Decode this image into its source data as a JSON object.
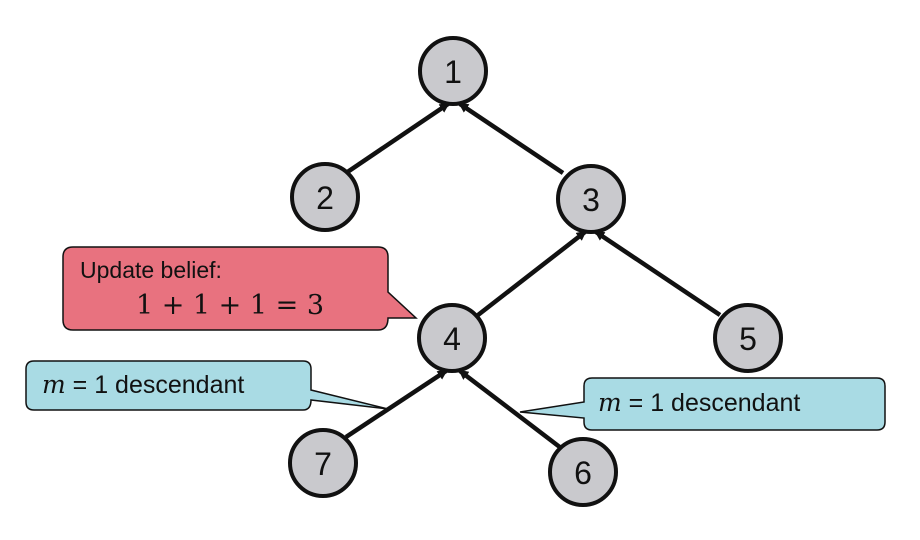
{
  "nodes": [
    {
      "id": "1",
      "label": "1"
    },
    {
      "id": "2",
      "label": "2"
    },
    {
      "id": "3",
      "label": "3"
    },
    {
      "id": "4",
      "label": "4"
    },
    {
      "id": "5",
      "label": "5"
    },
    {
      "id": "6",
      "label": "6"
    },
    {
      "id": "7",
      "label": "7"
    }
  ],
  "edges": [
    {
      "from": "2",
      "to": "1"
    },
    {
      "from": "3",
      "to": "1"
    },
    {
      "from": "4",
      "to": "3"
    },
    {
      "from": "5",
      "to": "3"
    },
    {
      "from": "7",
      "to": "4"
    },
    {
      "from": "6",
      "to": "4"
    }
  ],
  "callouts": {
    "update": {
      "title": "Update belief:",
      "equation": "1 + 1 + 1 = 3",
      "color": "#e8727f"
    },
    "left_desc": {
      "var": "m",
      "rest": " = 1 descendant",
      "color": "#a9dbe4"
    },
    "right_desc": {
      "var": "m",
      "rest": " = 1 descendant",
      "color": "#a9dbe4"
    }
  },
  "colors": {
    "node_fill": "#c9c9cd",
    "stroke": "#111111"
  }
}
